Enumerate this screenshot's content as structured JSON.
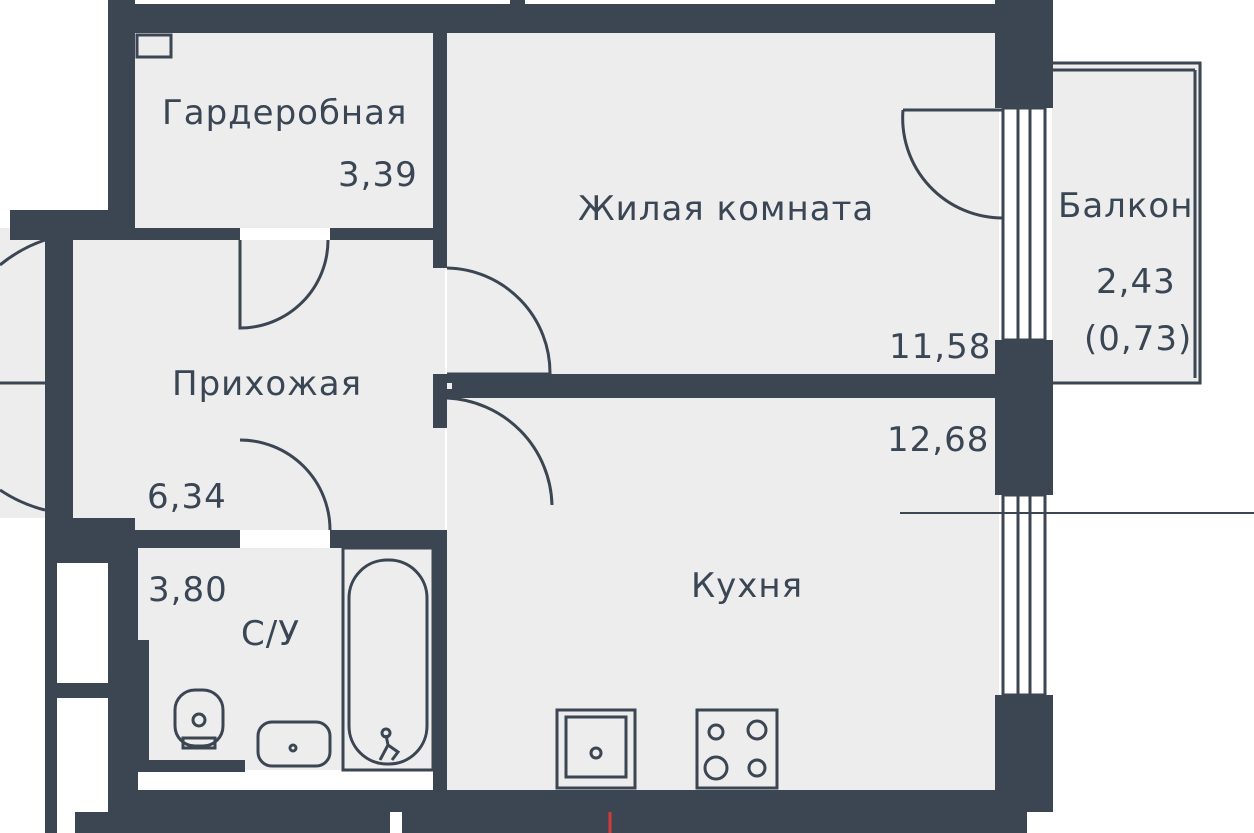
{
  "colors": {
    "wall": "#3c4552",
    "floor": "#ededee",
    "text": "#3a4654",
    "background": "#ffffff"
  },
  "rooms": {
    "wardrobe": {
      "label": "Гардеробная",
      "area": "3,39"
    },
    "living": {
      "label": "Жилая комната",
      "area": "11,58"
    },
    "balcony": {
      "label": "Балкон",
      "area": "2,43",
      "area_reduced": "(0,73)"
    },
    "hallway": {
      "label": "Прихожая",
      "area": "6,34"
    },
    "kitchen": {
      "label": "Кухня",
      "area": "12,68"
    },
    "bathroom": {
      "label": "С/У",
      "area": "3,80"
    }
  },
  "fixtures": [
    "toilet-icon",
    "sink-icon",
    "bathtub-icon",
    "kitchen-sink-icon",
    "stove-icon"
  ]
}
